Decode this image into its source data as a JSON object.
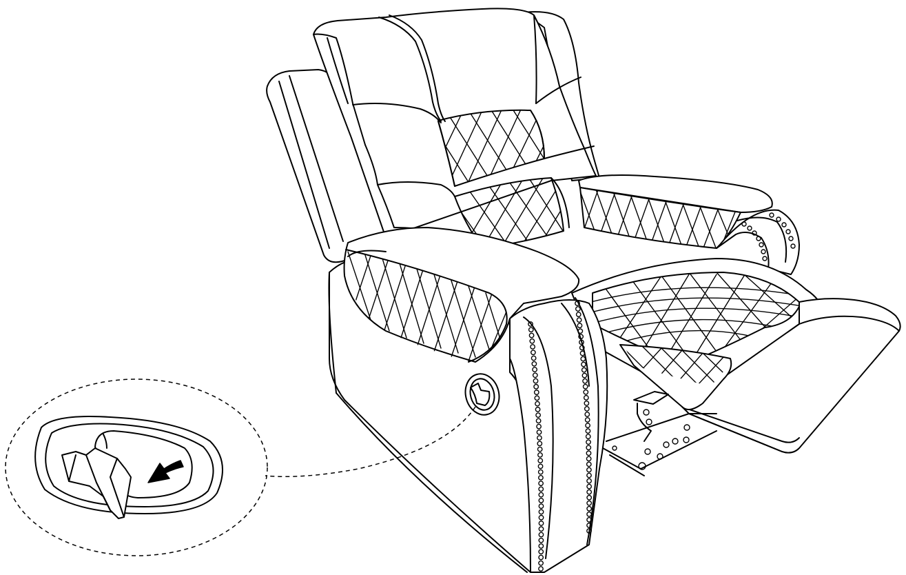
{
  "figure": {
    "subject": "recliner-chair",
    "callout": "release-handle-detail",
    "arrow_direction": "pull-back"
  },
  "colors": {
    "line": "#000000",
    "background": "#ffffff"
  }
}
